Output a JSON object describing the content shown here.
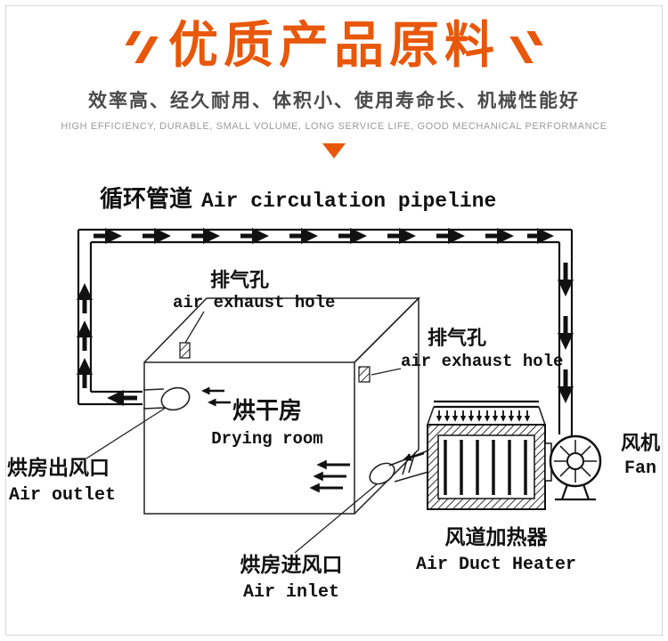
{
  "header": {
    "title": "优质产品原料",
    "subtitle": "效率高、经久耐用、体积小、使用寿命长、机械性能好",
    "subtitle_en": "HIGH EFFICIENCY, DURABLE, SMALL VOLUME, LONG SERVICE LIFE, GOOD MECHANICAL PERFORMANCE",
    "accent_color": "#e8570a"
  },
  "diagram": {
    "title_zh": "循环管道",
    "title_en": "Air circulation pipeline",
    "exhaust_hole_top": {
      "zh": "排气孔",
      "en": "air exhaust hole"
    },
    "exhaust_hole_right": {
      "zh": "排气孔",
      "en": "air exhaust hole"
    },
    "drying_room": {
      "zh": "烘干房",
      "en": "Drying room"
    },
    "air_outlet": {
      "zh": "烘房出风口",
      "en": "Air outlet"
    },
    "air_inlet": {
      "zh": "烘房进风口",
      "en": "Air inlet"
    },
    "air_duct_heater": {
      "zh": "风道加热器",
      "en": "Air Duct Heater"
    },
    "fan": {
      "zh": "风机",
      "en": "Fan"
    }
  }
}
